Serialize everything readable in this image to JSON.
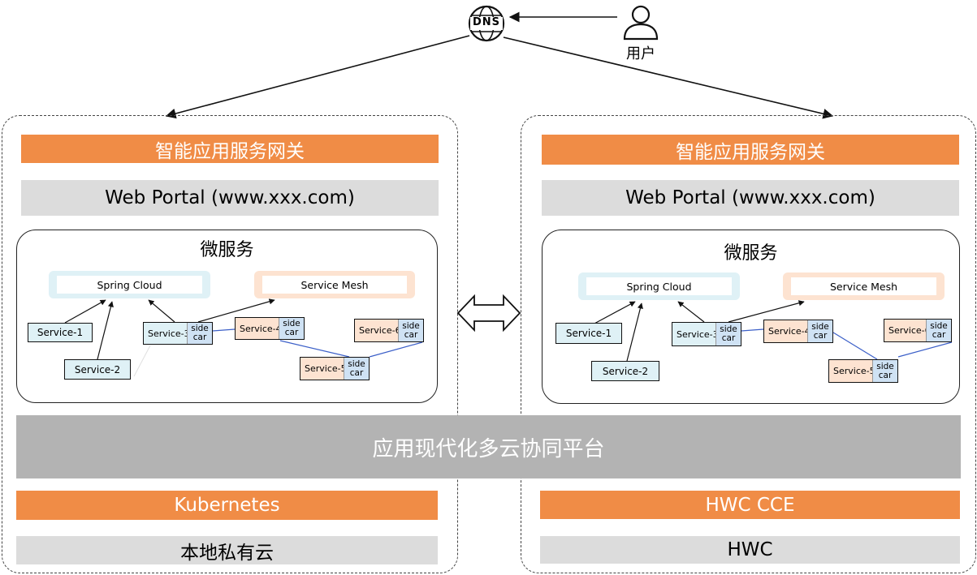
{
  "top": {
    "dns_label": "DNS",
    "user_label": "用户"
  },
  "platform_label": "应用现代化多云协同平台",
  "left": {
    "gateway": "智能应用服务网关",
    "portal": "Web Portal (www.xxx.com)",
    "microservices": {
      "title": "微服务",
      "spring_cloud": "Spring Cloud",
      "service_mesh": "Service Mesh",
      "service1": "Service-1",
      "service2": "Service-2",
      "service3": "Service-3",
      "service4": "Service-4",
      "service5": "Service-5",
      "service6": "Service-6",
      "sidecar_top": "side",
      "sidecar_bottom": "car"
    },
    "k8s": "Kubernetes",
    "cloud": "本地私有云"
  },
  "right": {
    "gateway": "智能应用服务网关",
    "portal": "Web Portal (www.xxx.com)",
    "microservices": {
      "title": "微服务",
      "spring_cloud": "Spring Cloud",
      "service_mesh": "Service Mesh",
      "service1": "Service-1",
      "service2": "Service-2",
      "service3": "Service-3",
      "service4": "Service-4",
      "service5": "Service-5",
      "service6": "Service-6",
      "sidecar_top": "side",
      "sidecar_bottom": "car"
    },
    "k8s": "HWC CCE",
    "cloud": "HWC"
  },
  "colors": {
    "orange": "#f08c46",
    "gray": "#dcdcdc",
    "platform_gray": "#b3b3b3",
    "spring_blue": "#dff1f6",
    "mesh_peach": "#fde3d1",
    "sidecar_blue": "#cfe2f4",
    "mesh_link": "#3b5fc8"
  }
}
